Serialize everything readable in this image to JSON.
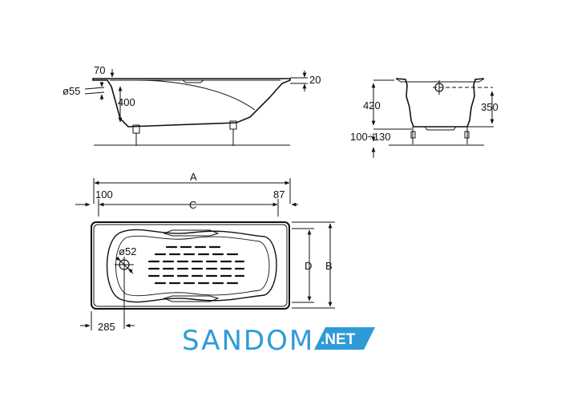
{
  "dimensions": {
    "rim_width": "70",
    "rim_height": "20",
    "drain_diameter": "ø55",
    "depth": "400",
    "total_height": "420",
    "inner_height": "350",
    "feet_height": "100÷130",
    "length_a": "A",
    "length_c": "C",
    "offset_left": "100",
    "offset_right": "87",
    "width_b": "B",
    "width_d": "D",
    "overflow_diameter": "ø52",
    "drain_offset": "285"
  },
  "branding": {
    "name": "SANDOM",
    "tld": ".NET",
    "colors": {
      "primary": "#2e9bd9",
      "tld_text": "#ffffff"
    }
  }
}
